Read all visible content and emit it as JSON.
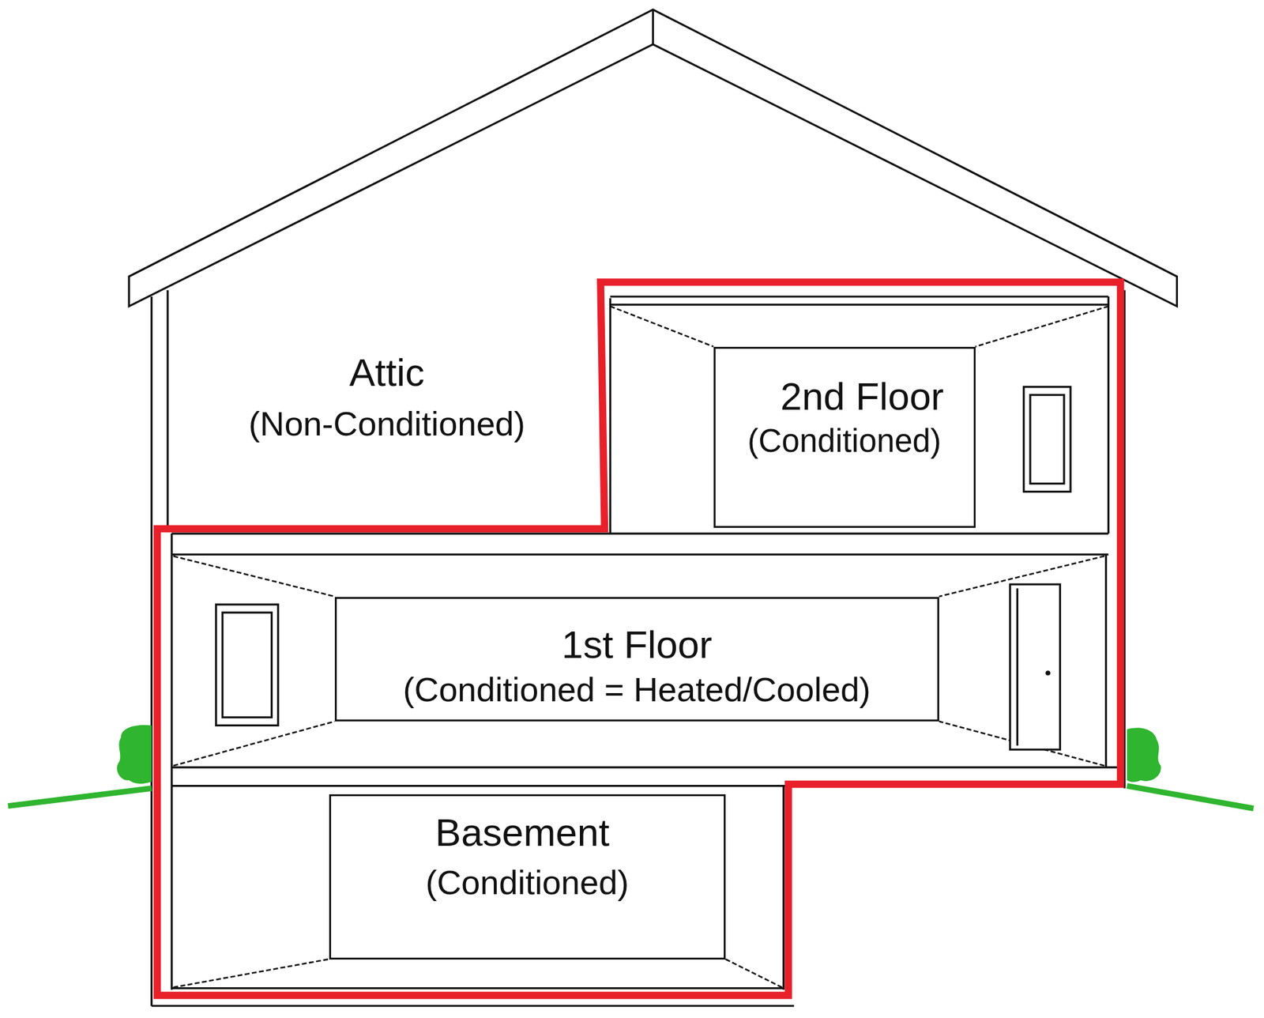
{
  "diagram": {
    "nodes": [
      {
        "text": [
          "Attic",
          "(Non-Conditioned)"
        ]
      },
      {
        "text": [
          "2nd Floor",
          "(Conditioned)"
        ]
      },
      {
        "text": [
          "1st Floor",
          "(Conditioned = Heated/Cooled)"
        ]
      },
      {
        "text": [
          "Basement",
          "(Conditioned)"
        ]
      }
    ]
  }
}
